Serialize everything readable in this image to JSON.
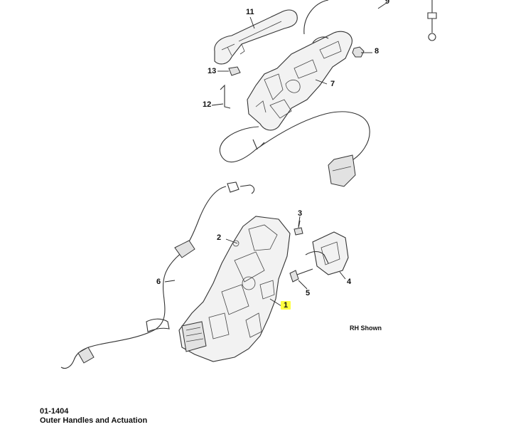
{
  "diagram": {
    "callouts": [
      {
        "id": "c1",
        "label": "1",
        "highlighted": true
      },
      {
        "id": "c2",
        "label": "2"
      },
      {
        "id": "c3",
        "label": "3"
      },
      {
        "id": "c4",
        "label": "4"
      },
      {
        "id": "c5",
        "label": "5"
      },
      {
        "id": "c6",
        "label": "6"
      },
      {
        "id": "c7",
        "label": "7"
      },
      {
        "id": "c8",
        "label": "8"
      },
      {
        "id": "c9",
        "label": "9"
      },
      {
        "id": "c11",
        "label": "11"
      },
      {
        "id": "c12",
        "label": "12"
      },
      {
        "id": "c13",
        "label": "13"
      }
    ],
    "note": "RH Shown",
    "highlight_color": "#ffff40"
  },
  "footer": {
    "code": "01-1404",
    "title": "Outer Handles and Actuation"
  }
}
